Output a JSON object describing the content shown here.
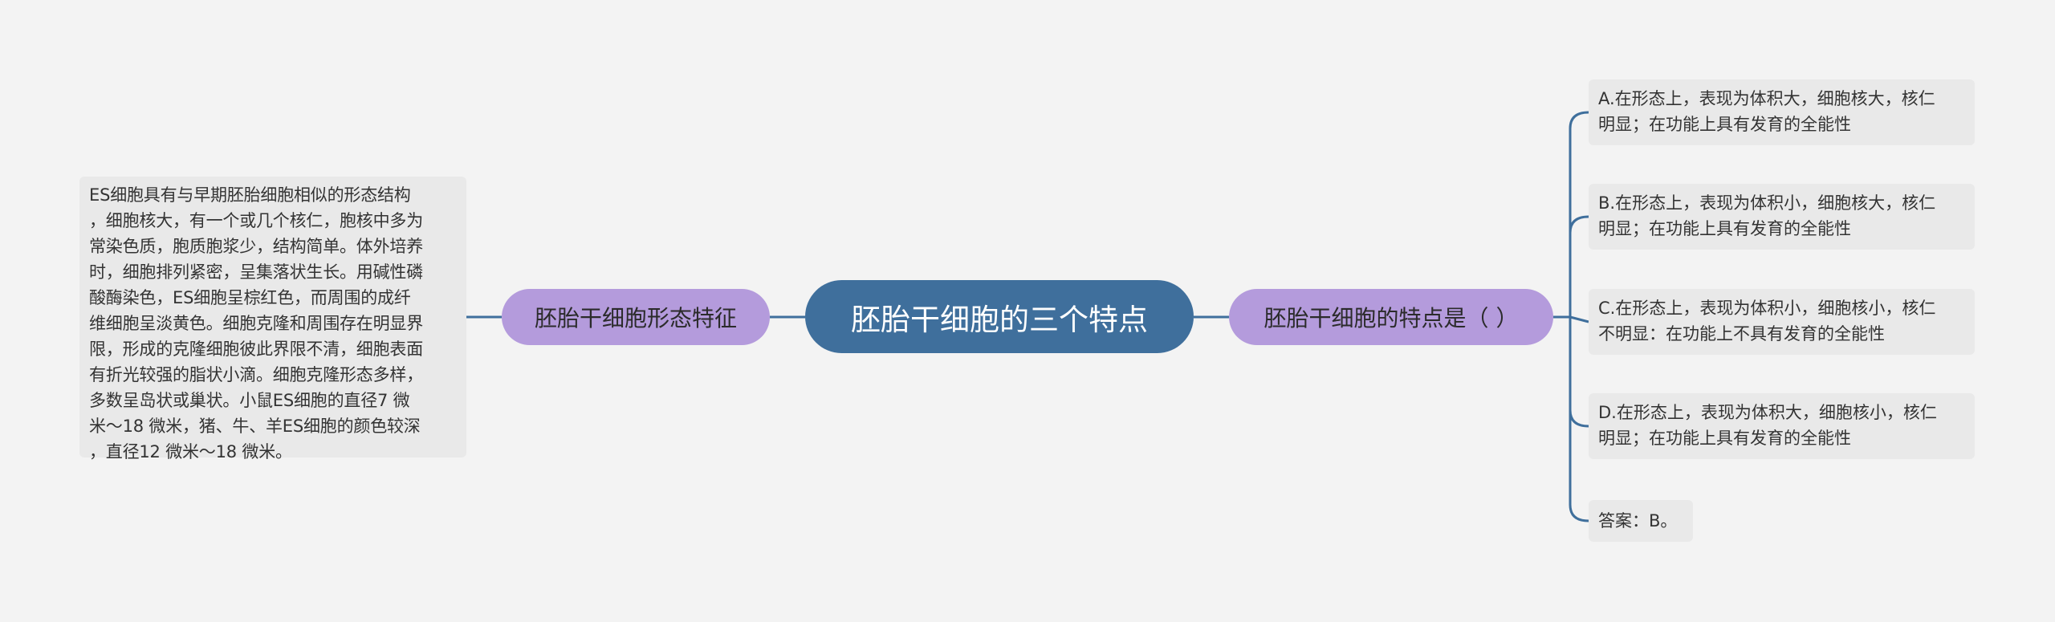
{
  "mindmap": {
    "central": "胚胎干细胞的三个特点",
    "left_branch": {
      "label": "胚胎干细胞形态特征",
      "detail_lines": [
        "ES细胞具有与早期胚胎细胞相似的形态结构",
        "，细胞核大，有一个或几个核仁，胞核中多为",
        "常染色质，胞质胞浆少，结构简单。体外培养",
        "时，细胞排列紧密，呈集落状生长。用碱性磷",
        "酸酶染色，ES细胞呈棕红色，而周围的成纤",
        "维细胞呈淡黄色。细胞克隆和周围存在明显界",
        "限，形成的克隆细胞彼此界限不清，细胞表面",
        "有折光较强的脂状小滴。细胞克隆形态多样，",
        "多数呈岛状或巢状。小鼠ES细胞的直径7 微",
        "米～18 微米，猪、牛、羊ES细胞的颜色较深",
        "，直径12 微米～18 微米。"
      ]
    },
    "right_branch": {
      "label": "胚胎干细胞的特点是（ ）",
      "options": [
        {
          "line1": "A.在形态上，表现为体积大，细胞核大，核仁",
          "line2": "明显；在功能上具有发育的全能性"
        },
        {
          "line1": "B.在形态上，表现为体积小，细胞核大，核仁",
          "line2": "明显；在功能上具有发育的全能性"
        },
        {
          "line1": "C.在形态上，表现为体积小，细胞核小，核仁",
          "line2": "不明显：在功能上不具有发育的全能性"
        },
        {
          "line1": "D.在形态上，表现为体积大，细胞核小，核仁",
          "line2": "明显；在功能上具有发育的全能性"
        }
      ],
      "answer": "答案：B。"
    }
  },
  "colors": {
    "background": "#f3f3f3",
    "central_fill": "#3f6f9c",
    "branch_fill": "#b49bdc",
    "leaf_fill": "#e9e9e9",
    "connector": "#3f6f9c"
  }
}
